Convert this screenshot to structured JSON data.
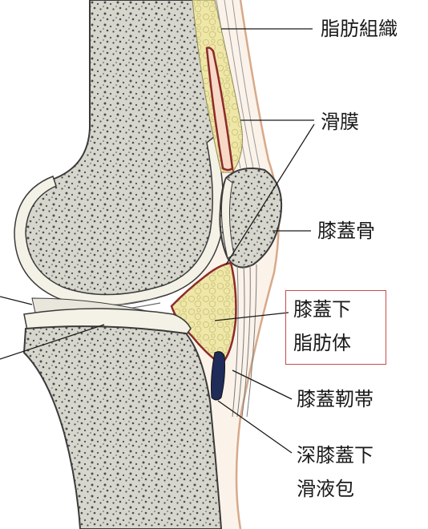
{
  "labels": {
    "adipose": "脂肪組織",
    "synovium": "滑膜",
    "patella": "膝蓋骨",
    "infrapatellar_fat_pad_line1": "膝蓋下",
    "infrapatellar_fat_pad_line2": "脂肪体",
    "patellar_ligament": "膝蓋靭帯",
    "deep_bursa_line1": "深膝蓋下",
    "deep_bursa_line2": "滑液包"
  },
  "colors": {
    "bone_fill": "#d7d6cd",
    "bone_edge": "#3a3a3a",
    "cartilage": "#f4f2e6",
    "fat_yellow": "#efe7a8",
    "synovium_red": "#8d2a2a",
    "skin_line": "#d7a98a",
    "bursa_navy": "#1f2c59",
    "highlight_box": "#c94a4a"
  }
}
